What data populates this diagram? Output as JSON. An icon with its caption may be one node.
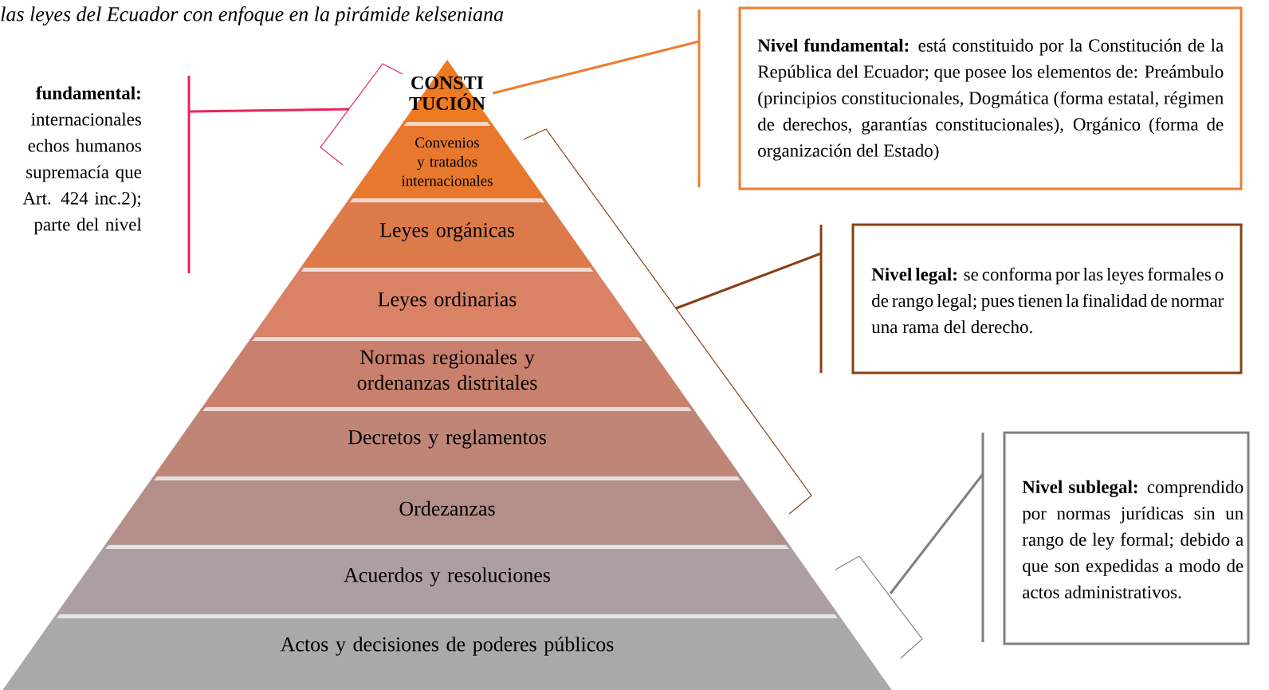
{
  "diagram": {
    "title": "las leyes del Ecuador con enfoque en la pirámide kelseniana",
    "nodes": [
      {
        "text": [
          "CONSTI TUCIÓN"
        ]
      },
      {
        "text": [
          "Convenios y tratados internacionales"
        ]
      },
      {
        "text": [
          "Leyes orgánicas"
        ]
      },
      {
        "text": [
          "Leyes ordinarias"
        ]
      },
      {
        "text": [
          "Normas regionales y ordenanzas distritales"
        ]
      },
      {
        "text": [
          "Decretos y reglamentos"
        ]
      },
      {
        "text": [
          "Ordezanzas"
        ]
      },
      {
        "text": [
          "Acuerdos y resoluciones"
        ]
      },
      {
        "text": [
          "Actos y decisiones de poderes públicos"
        ]
      },
      {
        "text": [
          "fundamental:",
          "internacionales echos humanos supremacía que Art. 424 inc.2); parte del nivel"
        ]
      },
      {
        "text": [
          "**Nivel fundamental:** está constituido por la Constitución de la República del Ecuador; que posee los elementos de: Preámbulo (principios constitucionales, Dogmática (forma estatal, régimen de derechos, garantías constitucionales), Orgánico (forma de organización del Estado)"
        ]
      },
      {
        "text": [
          "**Nivel legal:** se conforma por las leyes formales o de rango legal; pues tienen la finalidad de normar una rama del derecho."
        ]
      },
      {
        "text": [
          "**Nivel sublegal:** comprendido por normas jurídicas sin un rango de ley formal; debido a que son expedidas a modo de actos administrativos."
        ]
      }
    ],
    "edges": [
      {
        "from": 9,
        "to": null,
        "arrow": "none",
        "color": "#e8245a"
      },
      {
        "from": 10,
        "to": 0,
        "arrow": "none",
        "color": "#ed7d31"
      },
      {
        "from": 11,
        "to": null,
        "arrow": "none",
        "color": "#8b3f12"
      },
      {
        "from": 12,
        "to": null,
        "arrow": "none",
        "color": "#808080"
      }
    ]
  }
}
